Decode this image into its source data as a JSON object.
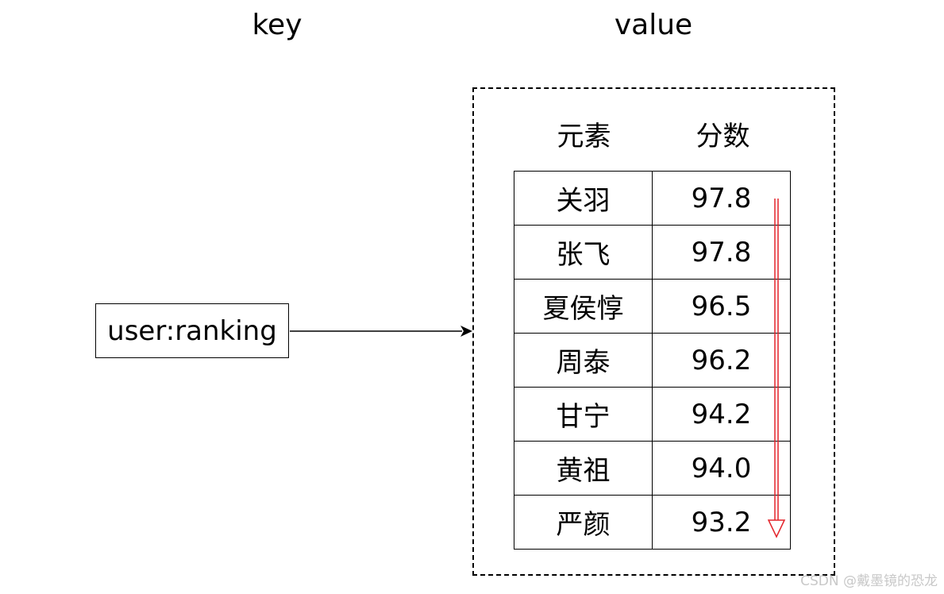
{
  "headings": {
    "key": "key",
    "value": "value"
  },
  "key_box": {
    "label": "user:ranking"
  },
  "table": {
    "columns": [
      "元素",
      "分数"
    ],
    "rows": [
      {
        "member": "关羽",
        "score": "97.8"
      },
      {
        "member": "张飞",
        "score": "97.8"
      },
      {
        "member": "夏侯惇",
        "score": "96.5"
      },
      {
        "member": "周泰",
        "score": "96.2"
      },
      {
        "member": "甘宁",
        "score": "94.2"
      },
      {
        "member": "黄祖",
        "score": "94.0"
      },
      {
        "member": "严颜",
        "score": "93.2"
      }
    ]
  },
  "colors": {
    "line": "#000000",
    "sort_arrow": "#e3242b",
    "watermark": "#c8c8c8"
  },
  "watermark": "CSDN @戴墨镜的恐龙"
}
